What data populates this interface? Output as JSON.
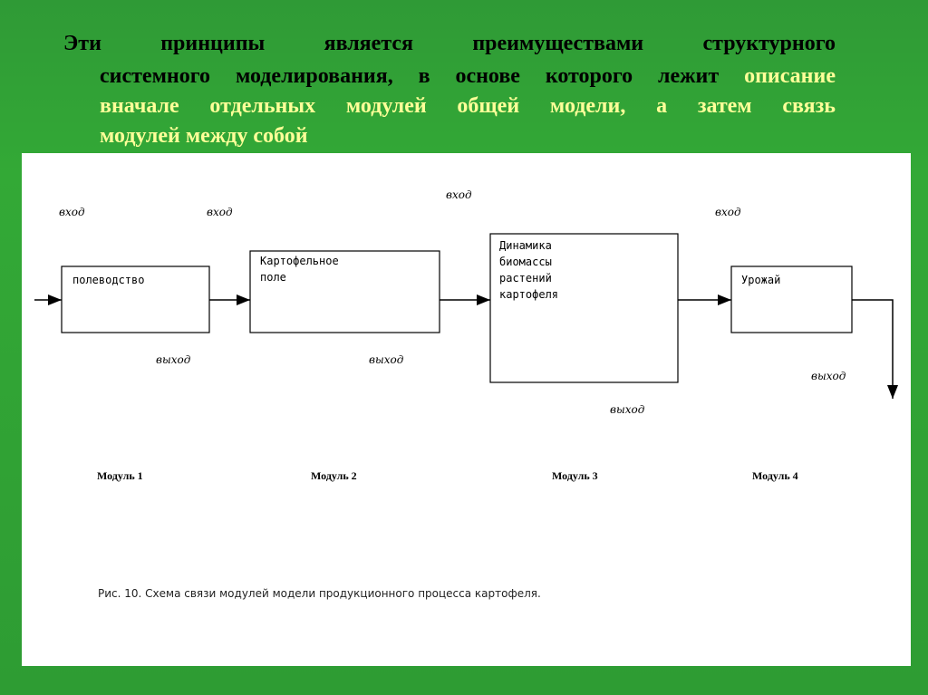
{
  "heading": {
    "line1": "Эти принципы является преимуществами структурного",
    "line2_plain": "системного моделирования, в основе которого лежит",
    "line2_highlight": "описание",
    "line3_highlight": "вначале отдельных модулей общей модели",
    "line3_plain": ", а затем связь",
    "line3_highlight2": "",
    "line4_highlight": "модулей между собой"
  },
  "diagram": {
    "modules": [
      {
        "box_text": "полеводство",
        "label": "Модуль 1",
        "input": "вход",
        "output": "выход"
      },
      {
        "box_text": "Картофельное\nполе",
        "label": "Модуль 2",
        "input": "вход",
        "output": "выход"
      },
      {
        "box_text": "Динамика\nбиомассы\nрастений\nкартофеля",
        "label": "Модуль 3",
        "input": "вход",
        "output": "выход"
      },
      {
        "box_text": "Урожай",
        "label": "Модуль 4",
        "input": "вход",
        "output": "выход"
      }
    ],
    "caption": "Рис. 10. Схема связи модулей модели продукционного процесса картофеля."
  },
  "colors": {
    "background": "#33a936",
    "highlight": "#ffff99"
  }
}
